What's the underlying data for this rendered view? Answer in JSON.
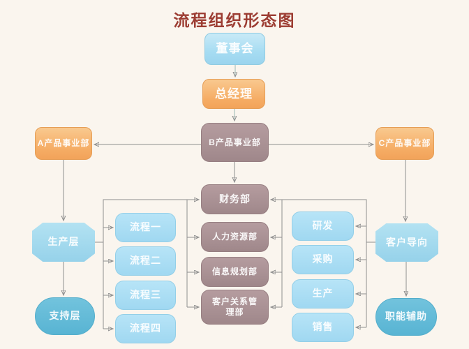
{
  "title": "流程组织形态图",
  "colors": {
    "background": "#faf5ee",
    "title_text": "#9c3c32",
    "top_box_blue": "#a6dcf2",
    "orange": "#f5ac64",
    "mauve": "#a68e91",
    "column_blue": "#a0d8f1",
    "layer_blue": "#96d2ea",
    "layer_teal": "#58b4d3",
    "connector_gray": "#8f8f8f",
    "connector_arrow_teal": "#47837a"
  },
  "nodes": {
    "board": {
      "label": "董事会"
    },
    "general_manager": {
      "label": "总经理"
    },
    "division_a": {
      "label": "A产品事业部"
    },
    "division_b": {
      "label": "B产品事业部"
    },
    "division_c": {
      "label": "C产品事业部"
    },
    "finance_dept": {
      "label": "财务部"
    },
    "hr_dept": {
      "label": "人力资源部"
    },
    "info_planning_dept": {
      "label": "信息规划部"
    },
    "crm_dept": {
      "label": "客户关系管理部"
    },
    "process_1": {
      "label": "流程一"
    },
    "process_2": {
      "label": "流程二"
    },
    "process_3": {
      "label": "流程三"
    },
    "process_4": {
      "label": "流程四"
    },
    "rnd": {
      "label": "研发"
    },
    "procurement": {
      "label": "采购"
    },
    "production": {
      "label": "生产"
    },
    "sales": {
      "label": "销售"
    },
    "production_layer": {
      "label": "生产层"
    },
    "support_layer": {
      "label": "支持层"
    },
    "customer_orientation": {
      "label": "客户导向"
    },
    "functional_support": {
      "label": "职能辅助"
    }
  }
}
